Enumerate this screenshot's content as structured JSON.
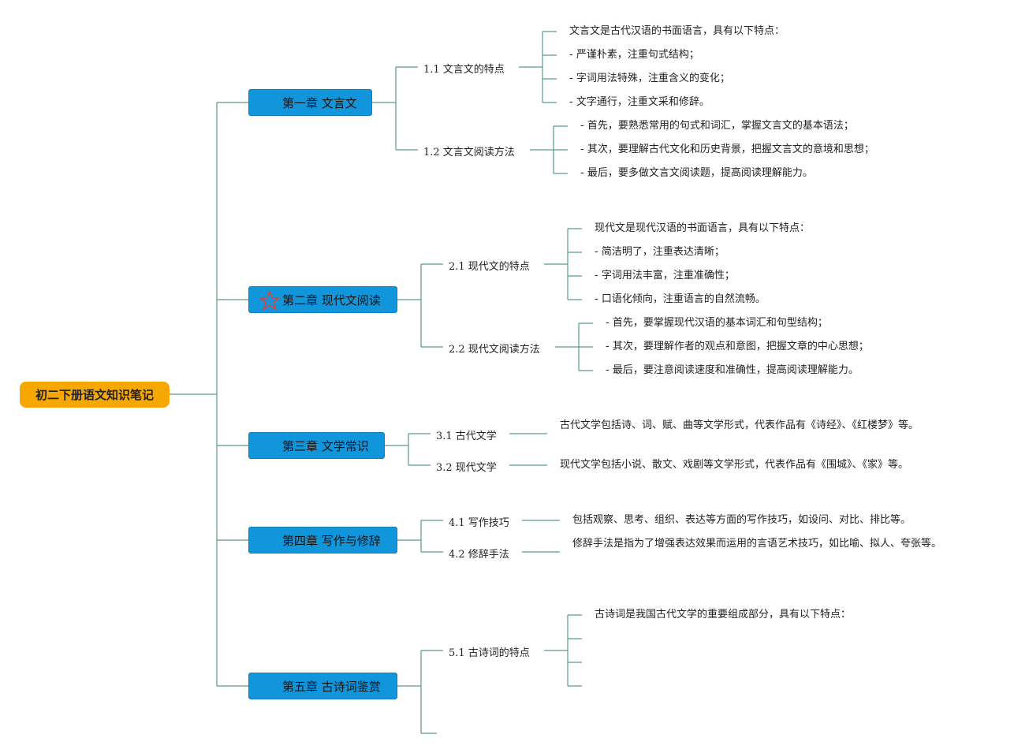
{
  "root": "初二下册语文知识笔记",
  "colors": {
    "root": "#f7a800",
    "chapter": "#1296db",
    "line": "#5a9a8a",
    "star": "#d9433a"
  },
  "chapters": [
    {
      "title": "第一章 文言文",
      "sections": [
        {
          "title": "1.1 文言文的特点",
          "items": [
            "文言文是古代汉语的书面语言，具有以下特点：",
            "- 严谨朴素，注重句式结构；",
            "- 字词用法特殊，注重含义的变化；",
            "- 文字通行，注重文采和修辞。"
          ]
        },
        {
          "title": "1.2 文言文阅读方法",
          "items": [
            "- 首先，要熟悉常用的句式和词汇，掌握文言文的基本语法；",
            "- 其次，要理解古代文化和历史背景，把握文言文的意境和思想；",
            "- 最后，要多做文言文阅读题，提高阅读理解能力。"
          ]
        }
      ]
    },
    {
      "title": "第二章 现代文阅读",
      "icon": "star-icon",
      "sections": [
        {
          "title": "2.1 现代文的特点",
          "items": [
            "现代文是现代汉语的书面语言，具有以下特点：",
            "- 简洁明了，注重表达清晰；",
            "- 字词用法丰富，注重准确性；",
            "- 口语化倾向，注重语言的自然流畅。"
          ]
        },
        {
          "title": "2.2 现代文阅读方法",
          "items": [
            "- 首先，要掌握现代汉语的基本词汇和句型结构；",
            "- 其次，要理解作者的观点和意图，把握文章的中心思想；",
            "- 最后，要注意阅读速度和准确性，提高阅读理解能力。"
          ]
        }
      ]
    },
    {
      "title": "第三章 文学常识",
      "sections": [
        {
          "title": "3.1 古代文学",
          "items": [
            "古代文学包括诗、词、赋、曲等文学形式，代表作品有《诗经》、《红楼梦》等。"
          ]
        },
        {
          "title": "3.2 现代文学",
          "items": [
            "现代文学包括小说、散文、戏剧等文学形式，代表作品有《围城》、《家》等。"
          ]
        }
      ]
    },
    {
      "title": "第四章 写作与修辞",
      "sections": [
        {
          "title": "4.1 写作技巧",
          "items": [
            "包括观察、思考、组织、表达等方面的写作技巧，如设问、对比、排比等。"
          ]
        },
        {
          "title": "4.2 修辞手法",
          "items": [
            "修辞手法是指为了增强表达效果而运用的言语艺术技巧，如比喻、拟人、夸张等。"
          ]
        }
      ]
    },
    {
      "title": "第五章 古诗词鉴赏",
      "sections": [
        {
          "title": "5.1 古诗词的特点",
          "items": [
            "古诗词是我国古代文学的重要组成部分，具有以下特点：",
            "",
            "",
            ""
          ]
        },
        {
          "title": "",
          "items": []
        }
      ]
    }
  ]
}
